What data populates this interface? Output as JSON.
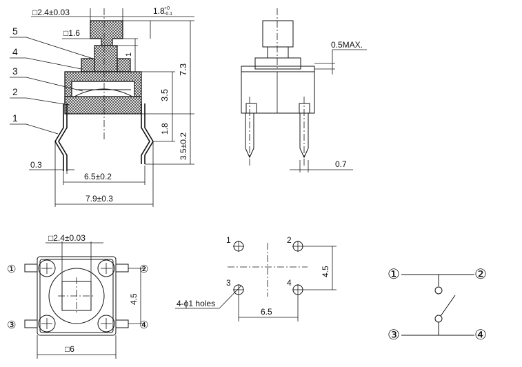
{
  "section_view": {
    "dims": {
      "cap_square": "□2.4±0.03",
      "cap_height": "1.8",
      "cap_height_tol_upper": "+0",
      "cap_height_tol_lower": "-0.1",
      "stem_square": "□1.6",
      "stem_step": "1",
      "total_height": "7.3",
      "body_height": "3.5",
      "pin_height": "1.8",
      "pin_total": "3.5±0.2",
      "pin_thickness": "0.3",
      "pin_span": "6.5±0.2",
      "overall_width": "7.9±0.3"
    },
    "callouts": [
      "5",
      "4",
      "3",
      "2",
      "1"
    ]
  },
  "side_view": {
    "dims": {
      "plunger_max": "0.5MAX.",
      "pin_width": "0.7"
    }
  },
  "top_view": {
    "dims": {
      "cap_square": "□2.4±0.03",
      "pitch": "4.5",
      "body_square": "□6"
    },
    "pins": [
      "①",
      "②",
      "③",
      "④"
    ]
  },
  "pcb_layout": {
    "holes": [
      "1",
      "2",
      "3",
      "4"
    ],
    "dims": {
      "pitch_v": "4.5",
      "pitch_h": "6.5"
    },
    "hole_note": "4-ϕ1 holes"
  },
  "schematic": {
    "pins": [
      "①",
      "②",
      "③",
      "④"
    ]
  }
}
